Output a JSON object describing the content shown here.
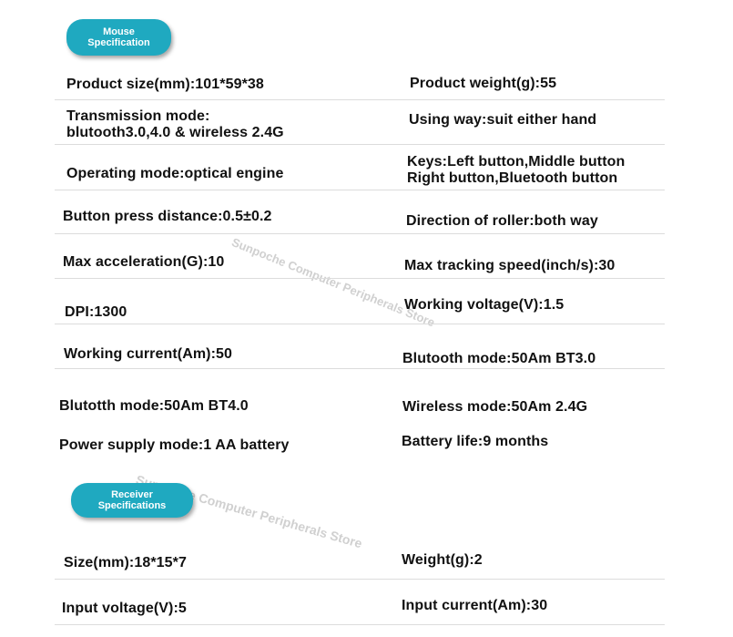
{
  "mouse_section": {
    "badge_line1": "Mouse",
    "badge_line2": "Specification"
  },
  "mouse_specs": {
    "product_size": "Product size(mm):101*59*38",
    "product_weight": "Product weight(g):55",
    "transmission_mode_line1": "Transmission mode:",
    "transmission_mode_line2": "blutooth3.0,4.0 & wireless 2.4G",
    "using_way": "Using way:suit either hand",
    "operating_mode": "Operating mode:optical engine",
    "keys_line1": "Keys:Left button,Middle button",
    "keys_line2": "Right button,Bluetooth button",
    "button_press_distance": "Button press distance:0.5±0.2",
    "direction_of_roller": "Direction of roller:both way",
    "max_acceleration": "Max acceleration(G):10",
    "max_tracking_speed": "Max tracking speed(inch/s):30",
    "dpi": "DPI:1300",
    "working_voltage": "Working voltage(V):1.5",
    "working_current": "Working current(Am):50",
    "bluetooth_mode_bt3": "Blutooth mode:50Am BT3.0",
    "bluetooth_mode_bt4": "Blutotth mode:50Am BT4.0",
    "wireless_mode": "Wireless mode:50Am 2.4G",
    "power_supply_mode": "Power supply mode:1 AA battery",
    "battery_life": "Battery life:9 months"
  },
  "receiver_section": {
    "badge_line1": "Receiver",
    "badge_line2": "Specifications"
  },
  "receiver_specs": {
    "size": "Size(mm):18*15*7",
    "weight": "Weight(g):2",
    "input_voltage": "Input voltage(V):5",
    "input_current": "Input current(Am):30"
  },
  "watermark": {
    "text": "Sunpoche Computer Peripherals Store"
  },
  "colors": {
    "badge": "#1fa9c0",
    "text": "#111111",
    "divider": "#dcdcdc"
  }
}
